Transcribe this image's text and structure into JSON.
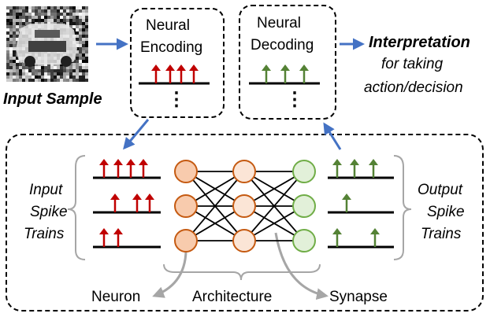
{
  "input_sample": {
    "label": "Input Sample"
  },
  "encoding": {
    "line1": "Neural",
    "line2": "Encoding",
    "dots": "⋮"
  },
  "decoding": {
    "line1": "Neural",
    "line2": "Decoding",
    "dots": "⋮"
  },
  "interpretation": {
    "title": "Interpretation",
    "line2": "for taking",
    "line3": "action/decision"
  },
  "input_trains": {
    "line1": "Input",
    "line2": "Spike",
    "line3": "Trains"
  },
  "output_trains": {
    "line1": "Output",
    "line2": "Spike",
    "line3": "Trains"
  },
  "bottom": {
    "neuron": "Neuron",
    "architecture": "Architecture",
    "synapse": "Synapse"
  },
  "colors": {
    "input_spike": "#c00000",
    "output_spike": "#548235",
    "flow_arrow": "#4472c4",
    "input_neuron_fill": "#f8cbad",
    "hidden_neuron_fill": "#fbe5d6",
    "output_neuron_fill": "#e2f0d9",
    "neuron_stroke": "#c55a11",
    "output_neuron_stroke": "#70ad47"
  }
}
